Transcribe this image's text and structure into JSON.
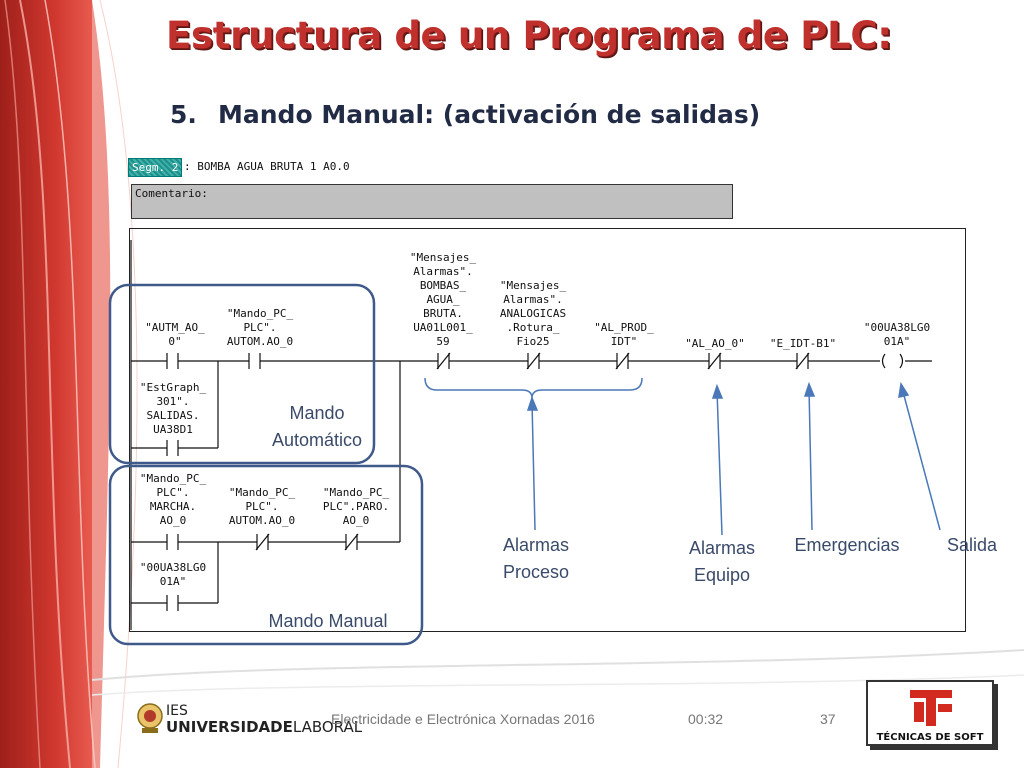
{
  "slide": {
    "title": "Estructura de un Programa de PLC:",
    "subtitle_number": "5.",
    "subtitle_text": "Mando Manual: (activación de salidas)"
  },
  "plc": {
    "segment_badge": "Segm. 2",
    "segment_title": ": BOMBA AGUA BRUTA 1 A0.0",
    "comment_label": "Comentario:",
    "contacts": {
      "autm": "\"AUTM_AO_\n0\"",
      "mando_autom": "\"Mando_PC_\nPLC\".\nAUTOM.AO_0",
      "mensajes_bombas": "\"Mensajes_\nAlarmas\".\nBOMBAS_\nAGUA_\nBRUTA.\nUA01L001_\n59",
      "mensajes_analog": "\"Mensajes_\nAlarmas\".\nANALOGICAS\n.Rotura_\nFio25",
      "al_prod": "\"AL_PROD_\nIDT\"",
      "al_ao": "\"AL_AO_0\"",
      "e_idt": "\"E_IDT-B1\"",
      "output": "\"00UA38LG0\n01A\"",
      "estgraph": "\"EstGraph_\n301\".\nSALIDAS.\nUA38D1",
      "marcha": "\"Mando_PC_\nPLC\".\nMARCHA.\nAO_0",
      "autom_nc": "\"Mando_PC_\nPLC\".\nAUTOM.AO_0",
      "paro": "\"Mando_PC_\nPLC\".PARO.\nAO_0",
      "self_hold": "\"00UA38LG0\n01A\""
    }
  },
  "callouts": {
    "mando_automatico": "Mando\nAutomático",
    "mando_manual": "Mando Manual",
    "alarmas_proceso": "Alarmas\nProceso",
    "alarmas_equipo": "Alarmas\nEquipo",
    "emergencias": "Emergencias",
    "salida": "Salida"
  },
  "footer": {
    "university_top": "IES",
    "university_bold": "UNIVERSIDADE",
    "university_light": "LABORAL",
    "center_text": "Electricidade e Electrónica Xornadas 2016",
    "time": "00:32",
    "page_number": "37",
    "logo_text": "TÉCNICAS DE SOFT"
  },
  "colors": {
    "title_red": "#c0302c",
    "subtitle_navy": "#222b45",
    "callout_border": "#3f5a8a",
    "arrow_blue": "#4a78b8",
    "left_bar_red": "#c8322b"
  }
}
